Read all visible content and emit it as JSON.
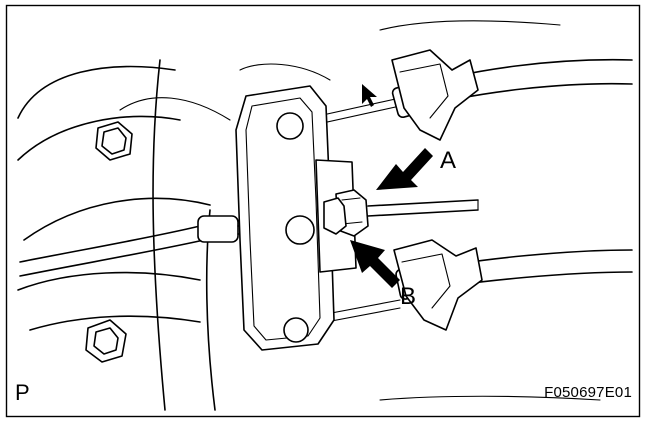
{
  "labels": {
    "callout_a": "A",
    "callout_b": "B",
    "view_marker": "P",
    "figure_code": "F050697E01"
  },
  "colors": {
    "line": "#000000",
    "background": "#ffffff"
  }
}
